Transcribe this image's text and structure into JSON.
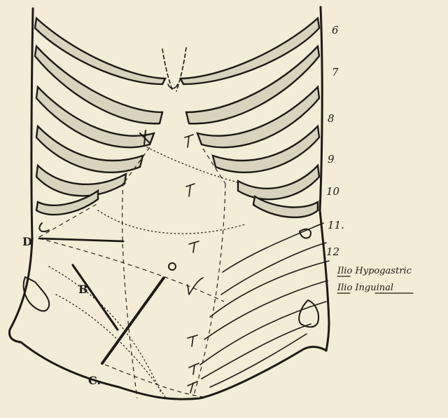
{
  "rib_labels": [
    "6",
    "7",
    "8",
    "9",
    "10",
    "11.",
    "12"
  ],
  "point_labels": {
    "d": "D",
    "b": "B",
    "c": "C."
  },
  "nerve_labels": {
    "ilio_hypogastric": "Ilio Hypogastric",
    "ilio_inguinal": "Ilio Inguinal"
  }
}
